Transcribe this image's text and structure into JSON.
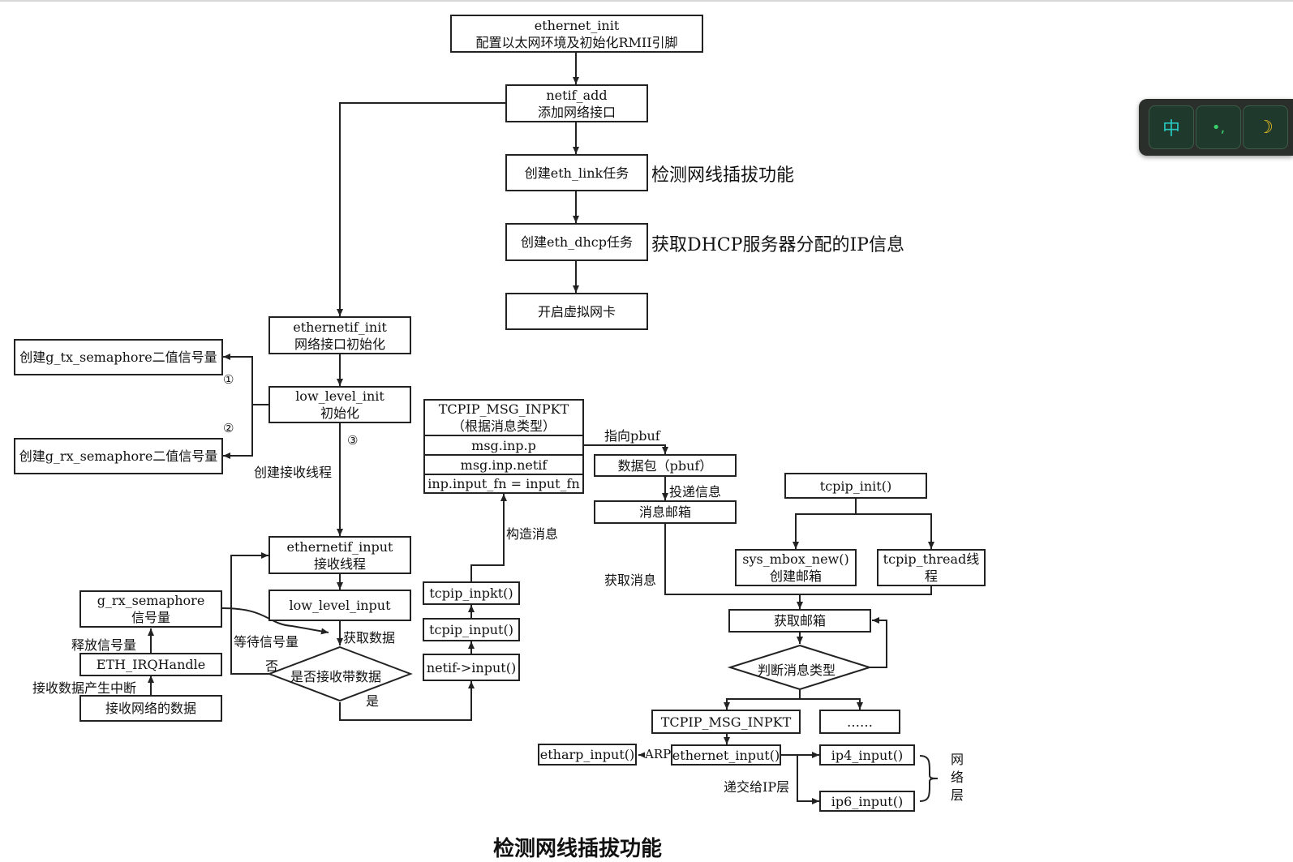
{
  "nodes": {
    "ethernet_init": [
      "ethernet_init",
      "配置以太网环境及初始化RMII引脚"
    ],
    "netif_add": [
      "netif_add",
      "添加网络接口"
    ],
    "create_link": [
      "创建eth_link任务"
    ],
    "create_dhcp": [
      "创建eth_dhcp任务"
    ],
    "open_nic": [
      "开启虚拟网卡"
    ],
    "ethernetif_init": [
      "ethernetif_init",
      "网络接口初始化"
    ],
    "tx_sem": [
      "创建g_tx_semaphore二值信号量"
    ],
    "low_level_init": [
      "low_level_init",
      "初始化"
    ],
    "rx_sem_create": [
      "创建g_rx_semaphore二值信号量"
    ],
    "ethernetif_input": [
      "ethernetif_input",
      "接收线程"
    ],
    "low_level_input": [
      "low_level_input"
    ],
    "g_rx_semaphore": [
      "g_rx_semaphore",
      "信号量"
    ],
    "eth_irq": [
      "ETH_IRQHandle"
    ],
    "recv_data": [
      "接收网络的数据"
    ],
    "is_recv": [
      "是否接收带数据"
    ],
    "tcpip_msg_inpkt_head": [
      "TCPIP_MSG_INPKT",
      "（根据消息类型）"
    ],
    "msg_inp_p": [
      "msg.inp.p"
    ],
    "msg_inp_netif": [
      "msg.inp.netif"
    ],
    "inp_input_fn": [
      "inp.input_fn = input_fn"
    ],
    "tcpip_inpkt": [
      "tcpip_inpkt()"
    ],
    "tcpip_input": [
      "tcpip_input()"
    ],
    "netif_input": [
      "netif->input()"
    ],
    "packet": [
      "数据包（pbuf）"
    ],
    "mailbox": [
      "消息邮箱"
    ],
    "tcpip_init": [
      "tcpip_init()"
    ],
    "sys_mbox_new": [
      "sys_mbox_new()",
      "创建邮箱"
    ],
    "tcpip_thread": [
      "tcpip_thread线程"
    ],
    "get_mailbox": [
      "获取邮箱"
    ],
    "judge_type": [
      "判断消息类型"
    ],
    "tcpip_msg_inpkt": [
      "TCPIP_MSG_INPKT"
    ],
    "ellipsis": [
      "……"
    ],
    "etharp_input": [
      "etharp_input()"
    ],
    "ethernet_input": [
      "ethernet_input()"
    ],
    "ip4_input": [
      "ip4_input()"
    ],
    "ip6_input": [
      "ip6_input()"
    ]
  },
  "labels": {
    "create_recv_thread": "创建接收线程",
    "circle1": "①",
    "circle2": "②",
    "circle3": "③",
    "release_sem": "释放信号量",
    "recv_interrupt": "接收数据产生中断",
    "wait_sem": "等待信号量",
    "get_data": "获取数据",
    "no": "否",
    "yes": "是",
    "point_pbuf": "指向pbuf",
    "deliver_info": "投递信息",
    "construct_msg": "构造消息",
    "get_msg": "获取消息",
    "arp": "ARP",
    "deliver_ip": "递交给IP层",
    "network_layer": "网络层"
  },
  "notes": {
    "link_detect": "检测网线插拔功能",
    "dhcp_info": "获取DHCP服务器分配的IP信息"
  },
  "bottom_title": "检测网线插拔功能",
  "ime": {
    "key1": "中",
    "key2": "•,",
    "key3": "☽"
  },
  "colors": {
    "line": "#222222",
    "ime_bg": "#2b2f2b",
    "ime_accent": "#28c7c0"
  }
}
